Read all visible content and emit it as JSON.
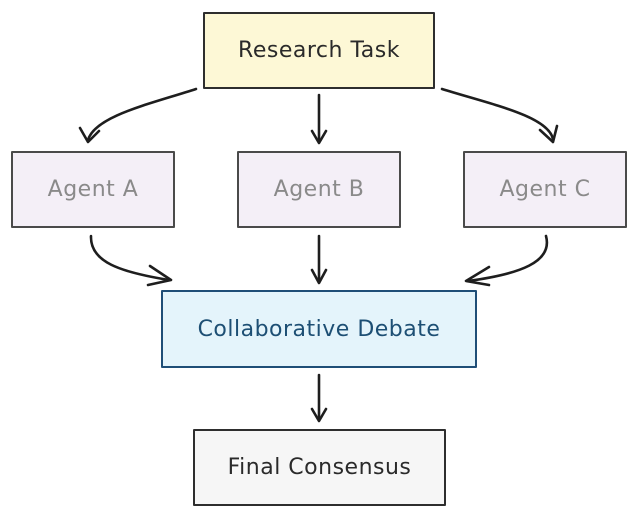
{
  "diagram": {
    "nodes": {
      "task": {
        "label": "Research Task"
      },
      "agent_a": {
        "label": "Agent A"
      },
      "agent_b": {
        "label": "Agent B"
      },
      "agent_c": {
        "label": "Agent C"
      },
      "debate": {
        "label": "Collaborative Debate"
      },
      "final": {
        "label": "Final Consensus"
      }
    },
    "edges": [
      {
        "from": "task",
        "to": "agent_a"
      },
      {
        "from": "task",
        "to": "agent_b"
      },
      {
        "from": "task",
        "to": "agent_c"
      },
      {
        "from": "agent_a",
        "to": "debate"
      },
      {
        "from": "agent_b",
        "to": "debate"
      },
      {
        "from": "agent_c",
        "to": "debate"
      },
      {
        "from": "debate",
        "to": "final"
      }
    ],
    "colors": {
      "task_fill": "#fdf8d6",
      "agent_fill": "#f4eff7",
      "debate_fill": "#e4f4fb",
      "debate_stroke": "#1f4e77",
      "final_fill": "#f6f6f6",
      "arrow": "#1e1e1e"
    }
  }
}
